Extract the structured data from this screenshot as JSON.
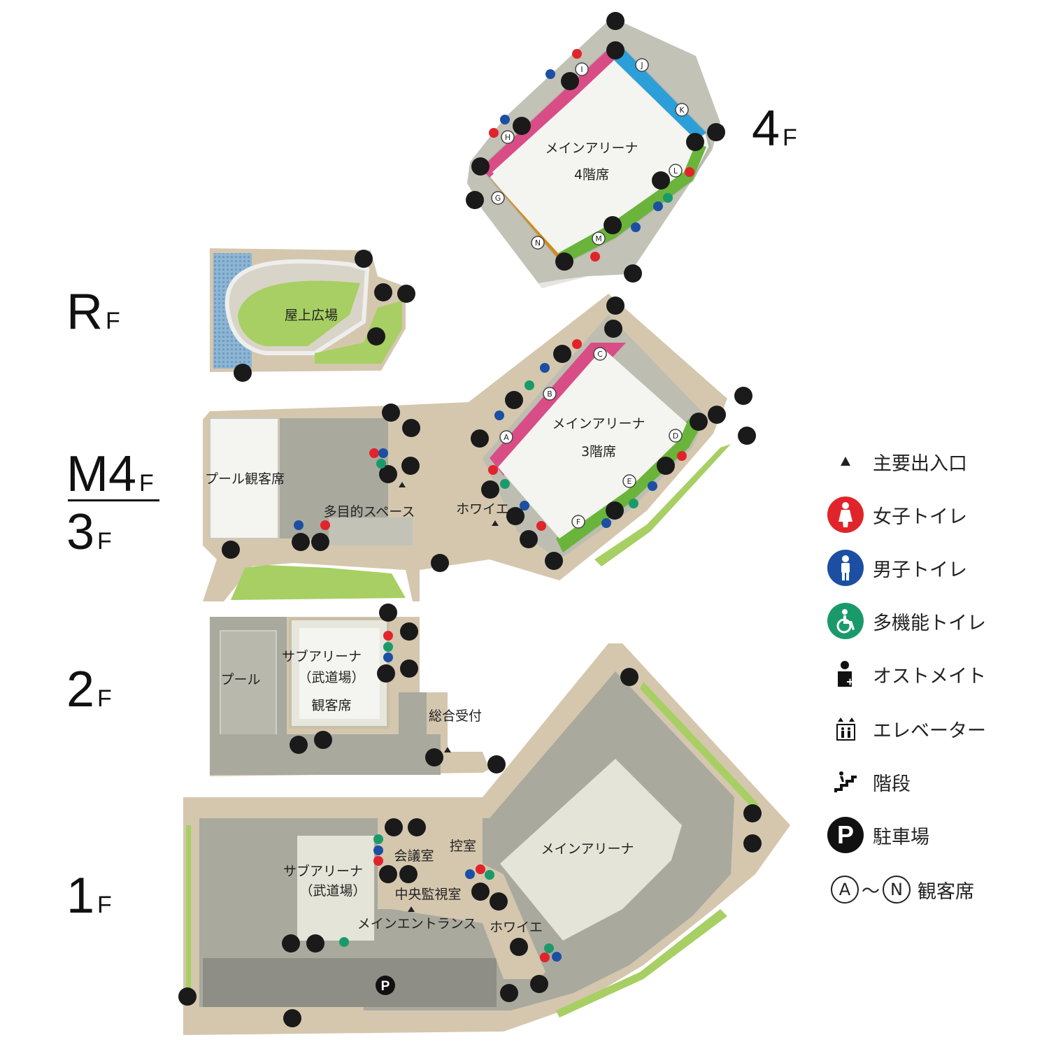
{
  "floors": {
    "f4": {
      "label": "4",
      "sub": "F"
    },
    "rf": {
      "label": "R",
      "sub": "F"
    },
    "m4f": {
      "label": "M4",
      "sub": "F"
    },
    "f3": {
      "label": "3",
      "sub": "F"
    },
    "f2": {
      "label": "2",
      "sub": "F"
    },
    "f1": {
      "label": "1",
      "sub": "F"
    }
  },
  "areas": {
    "f4_arena_1": "メインアリーナ",
    "f4_arena_2": "4階席",
    "rf_plaza": "屋上広場",
    "f3_arena_1": "メインアリーナ",
    "f3_arena_2": "3階席",
    "f3_pool_seats": "プール観客席",
    "f3_multipurpose": "多目的スペース",
    "f3_foyer": "ホワイエ",
    "f2_pool": "プール",
    "f2_sub_1": "サブアリーナ",
    "f2_sub_2": "（武道場）",
    "f2_sub_3": "観客席",
    "f2_reception": "総合受付",
    "f1_arena": "メインアリーナ",
    "f1_waiting": "控室",
    "f1_meeting": "会議室",
    "f1_sub_1": "サブアリーナ",
    "f1_sub_2": "（武道場）",
    "f1_control": "中央監視室",
    "f1_entrance": "メインエントランス",
    "f1_foyer": "ホワイエ"
  },
  "seat_sections": [
    "A",
    "B",
    "C",
    "D",
    "E",
    "F",
    "G",
    "H",
    "I",
    "J",
    "K",
    "L",
    "M",
    "N"
  ],
  "legend": [
    {
      "icon": "entrance-triangle-icon",
      "label": "主要出入口"
    },
    {
      "icon": "women-toilet-icon",
      "label": "女子トイレ",
      "color": "#e1242b"
    },
    {
      "icon": "men-toilet-icon",
      "label": "男子トイレ",
      "color": "#1c4fa3"
    },
    {
      "icon": "accessible-toilet-icon",
      "label": "多機能トイレ",
      "color": "#1a9a6a"
    },
    {
      "icon": "ostomate-icon",
      "label": "オストメイト"
    },
    {
      "icon": "elevator-icon",
      "label": "エレベーター"
    },
    {
      "icon": "stairs-icon",
      "label": "階段"
    },
    {
      "icon": "parking-icon",
      "label": "駐車場",
      "symbol": "P"
    },
    {
      "icon": "seat-section-icon",
      "label": "観客席",
      "from": "A",
      "to": "N",
      "sep": "～"
    }
  ],
  "colors": {
    "section_pink": "#d94d86",
    "section_blue": "#2d9fd8",
    "section_green": "#6ab43b",
    "section_orange": "#cf8c1e",
    "floor_beige": "#d4c7ae",
    "structure_gray": "#a9a99e",
    "concourse_gray": "#bdbdb2",
    "arena_light": "#f4f4f0",
    "grass_green": "#a7cf63",
    "water_blue": "#7fb3d9"
  }
}
